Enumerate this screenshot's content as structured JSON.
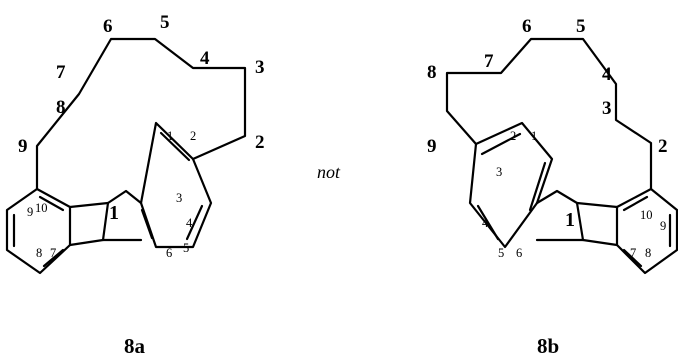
{
  "molecules": [
    {
      "id": "a",
      "caption": "8a",
      "ring_number": "1",
      "chain_labels": [
        "2",
        "3",
        "4",
        "5",
        "6",
        "7",
        "8",
        "9"
      ],
      "ring_labels": [
        "1",
        "2",
        "3",
        "4",
        "5",
        "6",
        "7",
        "8",
        "9",
        "10"
      ]
    },
    {
      "id": "b",
      "caption": "8b",
      "ring_number": "1",
      "chain_labels": [
        "2",
        "3",
        "4",
        "5",
        "6",
        "7",
        "8",
        "9"
      ],
      "ring_labels": [
        "1",
        "2",
        "3",
        "4",
        "5",
        "6",
        "7",
        "8",
        "9",
        "10"
      ]
    }
  ],
  "connector": "not"
}
